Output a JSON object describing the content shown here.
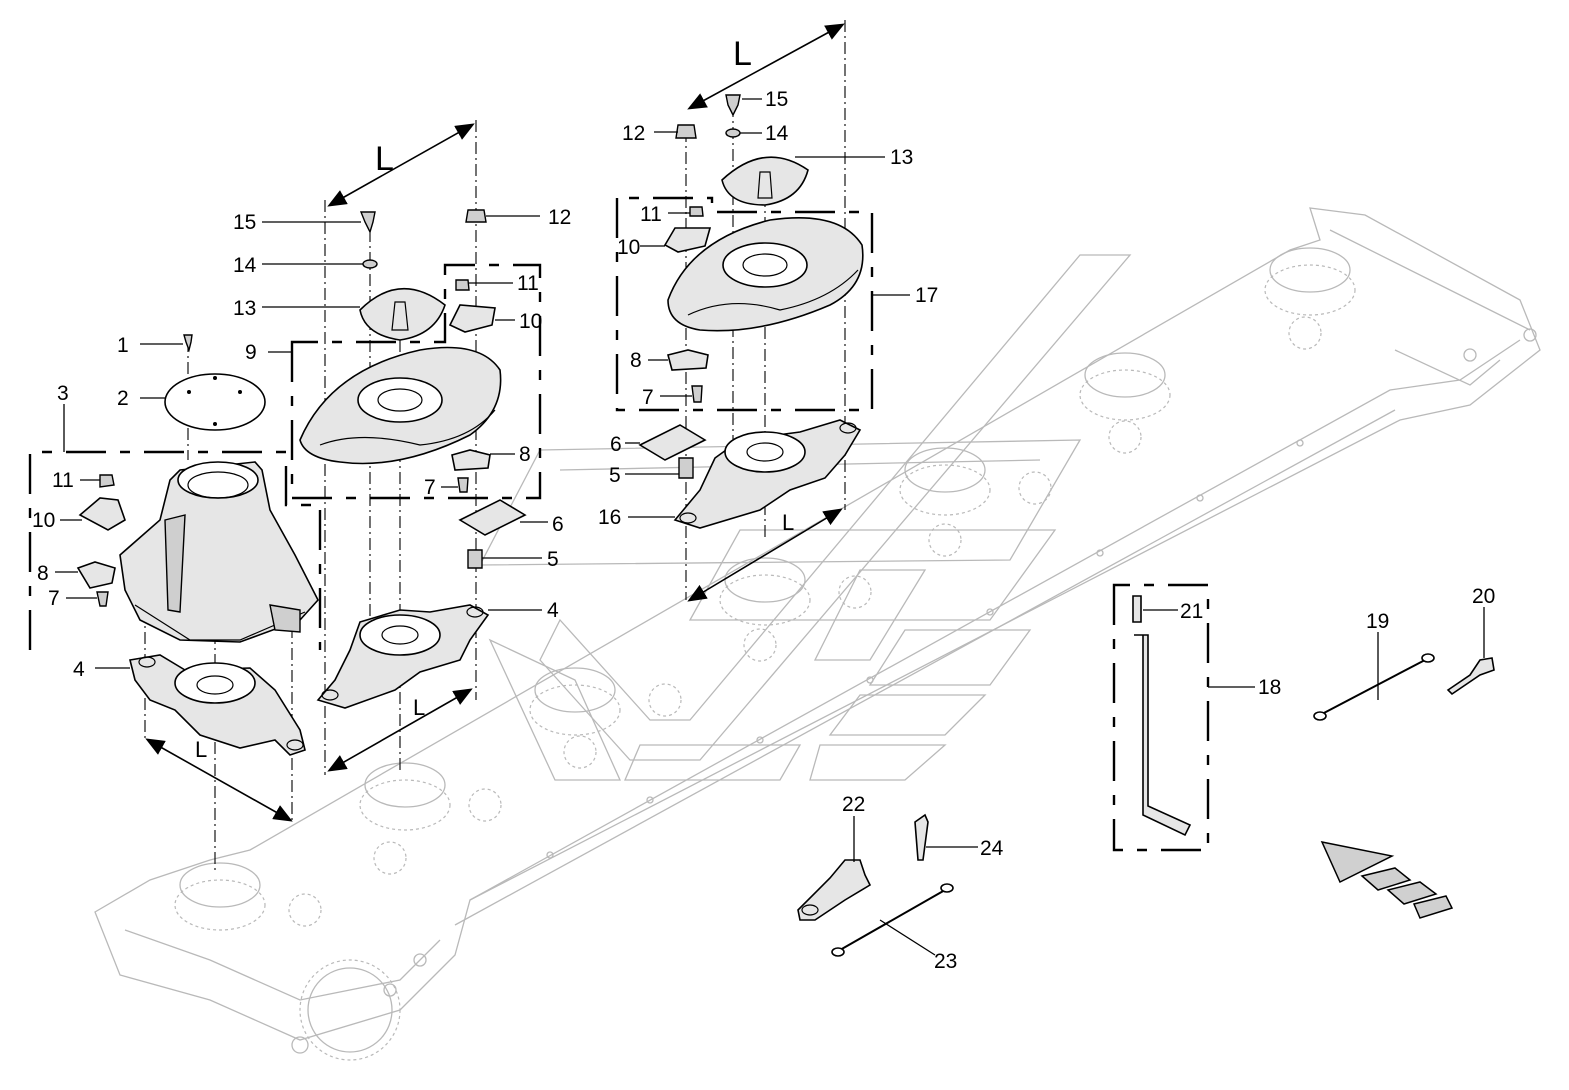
{
  "labels": {
    "c1": "1",
    "c2": "2",
    "c3": "3",
    "c4": "4",
    "c7": "7",
    "c8": "8",
    "c10": "10",
    "c11": "11",
    "m4": "4",
    "m5": "5",
    "m6": "6",
    "m7": "7",
    "m8": "8",
    "m9": "9",
    "m10": "10",
    "m11": "11",
    "m12": "12",
    "m13": "13",
    "m14": "14",
    "m15": "15",
    "r5": "5",
    "r6": "6",
    "r7": "7",
    "r8": "8",
    "r10": "10",
    "r11": "11",
    "r12": "12",
    "r13": "13",
    "r14": "14",
    "r15": "15",
    "r16": "16",
    "r17": "17",
    "k18": "18",
    "k19": "19",
    "k20": "20",
    "k21": "21",
    "k22": "22",
    "k23": "23",
    "k24": "24"
  },
  "dimensions": {
    "L_top": "L",
    "L_mid": "L",
    "L_low_mid": "L",
    "L_low_left": "L",
    "L_low_right": "L"
  }
}
